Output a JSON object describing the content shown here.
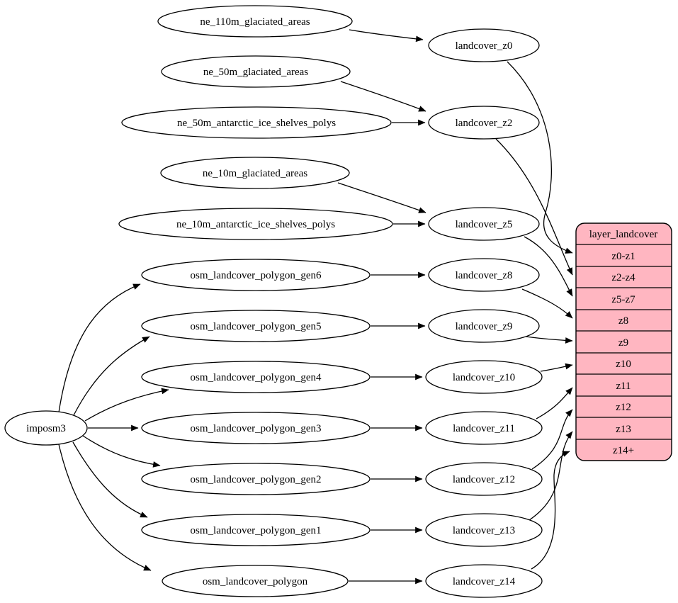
{
  "diagram": {
    "kind": "graphviz-etl-dependency-graph",
    "colors": {
      "background": "#ffffff",
      "node_fill": "#ffffff",
      "edge_stroke": "#000000",
      "table_fill": "#ffb6c1"
    },
    "nodes": {
      "imposm3": "imposm3",
      "ne_110m_glaciated_areas": "ne_110m_glaciated_areas",
      "ne_50m_glaciated_areas": "ne_50m_glaciated_areas",
      "ne_50m_antarctic_ice_shelves_polys": "ne_50m_antarctic_ice_shelves_polys",
      "ne_10m_glaciated_areas": "ne_10m_glaciated_areas",
      "ne_10m_antarctic_ice_shelves_polys": "ne_10m_antarctic_ice_shelves_polys",
      "osm_landcover_polygon_gen6": "osm_landcover_polygon_gen6",
      "osm_landcover_polygon_gen5": "osm_landcover_polygon_gen5",
      "osm_landcover_polygon_gen4": "osm_landcover_polygon_gen4",
      "osm_landcover_polygon_gen3": "osm_landcover_polygon_gen3",
      "osm_landcover_polygon_gen2": "osm_landcover_polygon_gen2",
      "osm_landcover_polygon_gen1": "osm_landcover_polygon_gen1",
      "osm_landcover_polygon": "osm_landcover_polygon",
      "landcover_z0": "landcover_z0",
      "landcover_z2": "landcover_z2",
      "landcover_z5": "landcover_z5",
      "landcover_z8": "landcover_z8",
      "landcover_z9": "landcover_z9",
      "landcover_z10": "landcover_z10",
      "landcover_z11": "landcover_z11",
      "landcover_z12": "landcover_z12",
      "landcover_z13": "landcover_z13",
      "landcover_z14": "landcover_z14"
    },
    "table": {
      "title": "layer_landcover",
      "rows": [
        "z0-z1",
        "z2-z4",
        "z5-z7",
        "z8",
        "z9",
        "z10",
        "z11",
        "z12",
        "z13",
        "z14+"
      ]
    },
    "edges": [
      [
        "imposm3",
        "osm_landcover_polygon_gen6"
      ],
      [
        "imposm3",
        "osm_landcover_polygon_gen5"
      ],
      [
        "imposm3",
        "osm_landcover_polygon_gen4"
      ],
      [
        "imposm3",
        "osm_landcover_polygon_gen3"
      ],
      [
        "imposm3",
        "osm_landcover_polygon_gen2"
      ],
      [
        "imposm3",
        "osm_landcover_polygon_gen1"
      ],
      [
        "imposm3",
        "osm_landcover_polygon"
      ],
      [
        "ne_110m_glaciated_areas",
        "landcover_z0"
      ],
      [
        "ne_50m_glaciated_areas",
        "landcover_z2"
      ],
      [
        "ne_50m_antarctic_ice_shelves_polys",
        "landcover_z2"
      ],
      [
        "ne_10m_glaciated_areas",
        "landcover_z5"
      ],
      [
        "ne_10m_antarctic_ice_shelves_polys",
        "landcover_z5"
      ],
      [
        "osm_landcover_polygon_gen6",
        "landcover_z8"
      ],
      [
        "osm_landcover_polygon_gen5",
        "landcover_z9"
      ],
      [
        "osm_landcover_polygon_gen4",
        "landcover_z10"
      ],
      [
        "osm_landcover_polygon_gen3",
        "landcover_z11"
      ],
      [
        "osm_landcover_polygon_gen2",
        "landcover_z12"
      ],
      [
        "osm_landcover_polygon_gen1",
        "landcover_z13"
      ],
      [
        "osm_landcover_polygon",
        "landcover_z14"
      ],
      [
        "landcover_z0",
        "layer_landcover:z0-z1"
      ],
      [
        "landcover_z2",
        "layer_landcover:z2-z4"
      ],
      [
        "landcover_z5",
        "layer_landcover:z5-z7"
      ],
      [
        "landcover_z8",
        "layer_landcover:z8"
      ],
      [
        "landcover_z9",
        "layer_landcover:z9"
      ],
      [
        "landcover_z10",
        "layer_landcover:z10"
      ],
      [
        "landcover_z11",
        "layer_landcover:z11"
      ],
      [
        "landcover_z12",
        "layer_landcover:z12"
      ],
      [
        "landcover_z13",
        "layer_landcover:z13"
      ],
      [
        "landcover_z14",
        "layer_landcover:z14+"
      ]
    ]
  }
}
